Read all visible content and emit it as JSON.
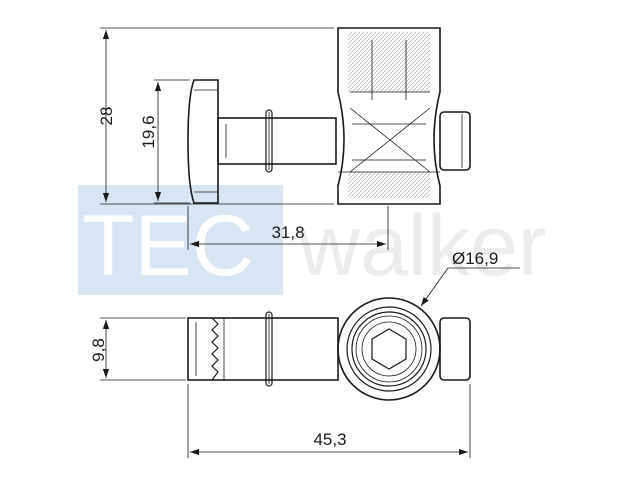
{
  "watermark": {
    "left_text": "TEC",
    "right_text": "walker",
    "box_color": "#d7e6f5",
    "left_text_color": "#ffffff",
    "right_text_color": "#ececec"
  },
  "dimensions": {
    "overall_height": "28",
    "head_height": "19,6",
    "head_to_body_length": "31,8",
    "sleeve_diameter": "Ø16,9",
    "bolt_width": "9,8",
    "overall_length": "45,3"
  },
  "colors": {
    "line": "#1a1a1a",
    "thread_shade": "#b5b5b5",
    "background": "#ffffff"
  }
}
